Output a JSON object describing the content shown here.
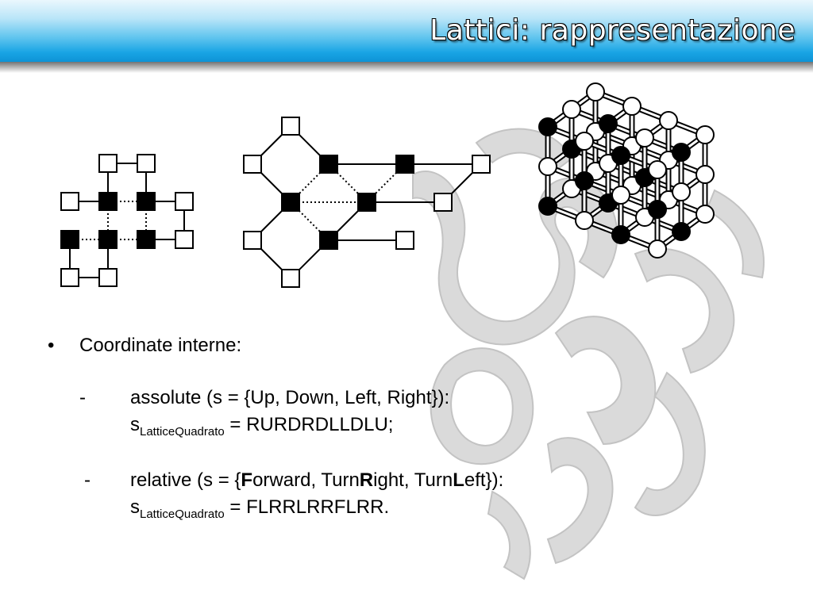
{
  "slide": {
    "title": "Lattici: rappresentazione"
  },
  "bullet": {
    "marker": "•",
    "label": "Coordinate interne:"
  },
  "items": [
    {
      "dash": "-",
      "line1": "assolute (s = {Up, Down, Left, Right}):",
      "seq_symbol": "s",
      "seq_subscript": "LatticeQuadrato",
      "seq_value": " = RURDRDLLDLU;"
    },
    {
      "dash": "-",
      "line1_parts": [
        "relative (s = {",
        "F",
        "orward, Turn",
        "R",
        "ight, Turn",
        "L",
        "eft}):"
      ],
      "seq_symbol": "s",
      "seq_subscript": "LatticeQuadrato",
      "seq_value": " = FLRRLRRFLRR."
    }
  ],
  "colors": {
    "header_top": "#eaf7fd",
    "header_bottom": "#0e93d6",
    "title_text": "#ffffff",
    "protein_background": "#cfcfcf"
  },
  "icons": [
    "square-lattice-diagram",
    "hexagonal-lattice-diagram",
    "cubic-lattice-3d-diagram",
    "protein-ribbon-background"
  ]
}
